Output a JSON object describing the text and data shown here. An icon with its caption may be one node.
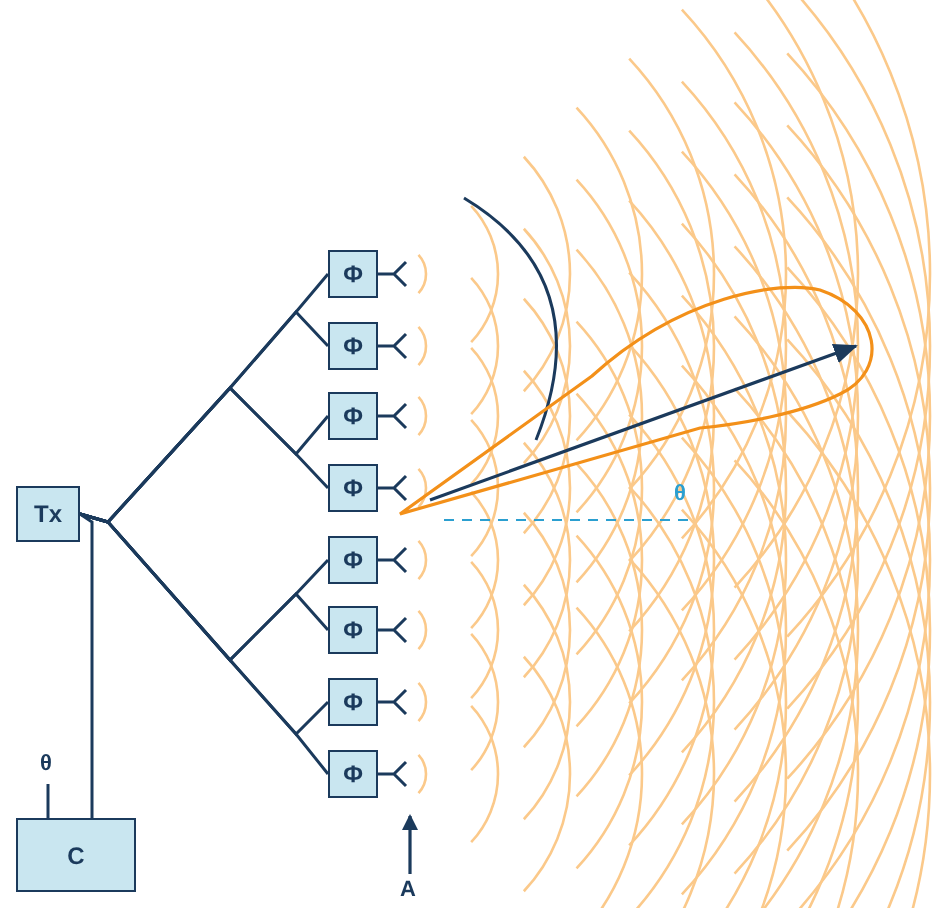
{
  "diagram": {
    "nodes": [
      {
        "text": [
          "Tx"
        ]
      },
      {
        "text": [
          "Φ"
        ]
      },
      {
        "text": [
          "Φ"
        ]
      },
      {
        "text": [
          "Φ"
        ]
      },
      {
        "text": [
          "Φ"
        ]
      },
      {
        "text": [
          "Φ"
        ]
      },
      {
        "text": [
          "Φ"
        ]
      },
      {
        "text": [
          "Φ"
        ]
      },
      {
        "text": [
          "Φ"
        ]
      },
      {
        "text": [
          "C"
        ]
      }
    ],
    "edges": [
      {
        "from": 0,
        "to": 1,
        "arrow": "none"
      },
      {
        "from": 0,
        "to": 2,
        "arrow": "none"
      },
      {
        "from": 0,
        "to": 3,
        "arrow": "none"
      },
      {
        "from": 0,
        "to": 4,
        "arrow": "none"
      },
      {
        "from": 0,
        "to": 5,
        "arrow": "none"
      },
      {
        "from": 0,
        "to": 6,
        "arrow": "none"
      },
      {
        "from": 0,
        "to": 7,
        "arrow": "none"
      },
      {
        "from": 0,
        "to": 8,
        "arrow": "none"
      },
      {
        "from": 9,
        "to": 0,
        "arrow": "none"
      }
    ],
    "labels": [
      "θ",
      "θ",
      "A"
    ]
  }
}
